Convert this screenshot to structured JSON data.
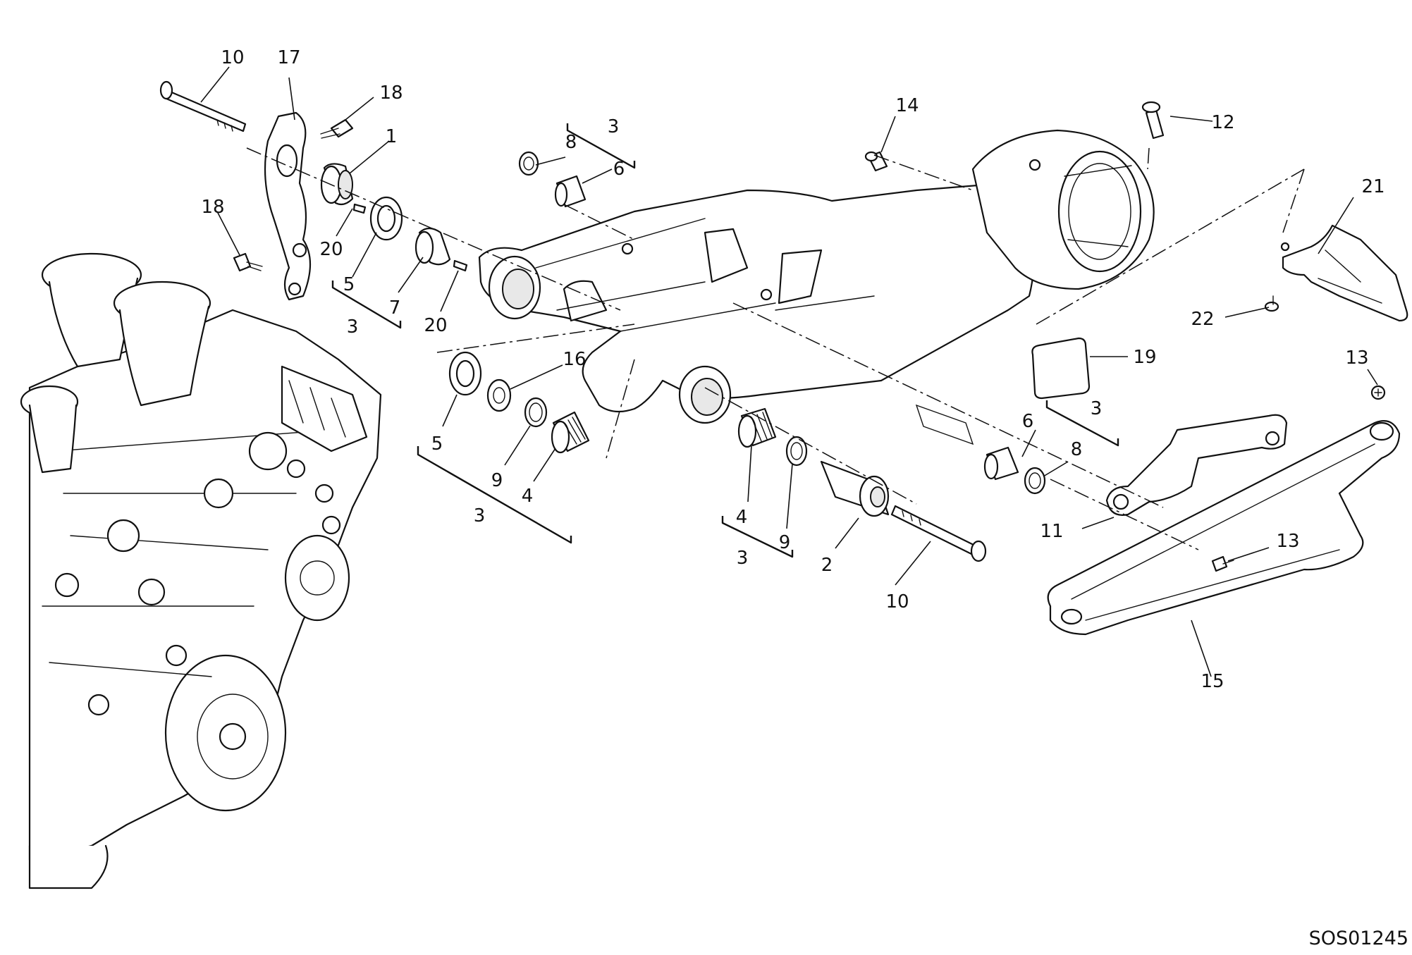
{
  "diagram": {
    "drawing_code": "SOS01245",
    "callouts": [
      "10",
      "17",
      "18",
      "1",
      "18",
      "20",
      "5",
      "3",
      "7",
      "20",
      "3",
      "8",
      "6",
      "5",
      "16",
      "9",
      "4",
      "3",
      "4",
      "9",
      "3",
      "2",
      "10",
      "14",
      "12",
      "21",
      "22",
      "19",
      "3",
      "6",
      "8",
      "13",
      "11",
      "13",
      "15"
    ]
  }
}
